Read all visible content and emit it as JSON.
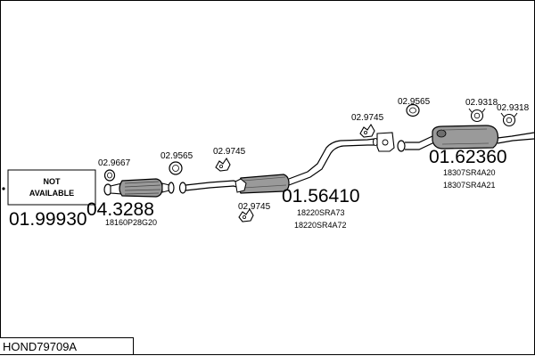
{
  "diagram": {
    "kit_code": "HOND79709A",
    "not_available": [
      "NOT",
      "AVAILABLE"
    ],
    "front_pipe": {
      "part_number": "01.99930"
    },
    "catalyst": {
      "part_number": "04.3288",
      "oem_number": "18160P28G20",
      "gasket": "02.9667",
      "outlet_gasket": "02.9565"
    },
    "middle_silencer": {
      "part_number": "01.56410",
      "oem_numbers": [
        "18220SRA73",
        "18220SR4A72"
      ],
      "hanger_top": "02.9745",
      "hanger_bottom": "02.9745"
    },
    "rear_silencer": {
      "part_number": "01.62360",
      "oem_numbers": [
        "18307SR4A20",
        "18307SR4A21"
      ],
      "hanger_front": "02.9745",
      "gasket": "02.9565",
      "hanger_rear_a": "02.9318",
      "hanger_rear_b": "02.9318"
    }
  }
}
